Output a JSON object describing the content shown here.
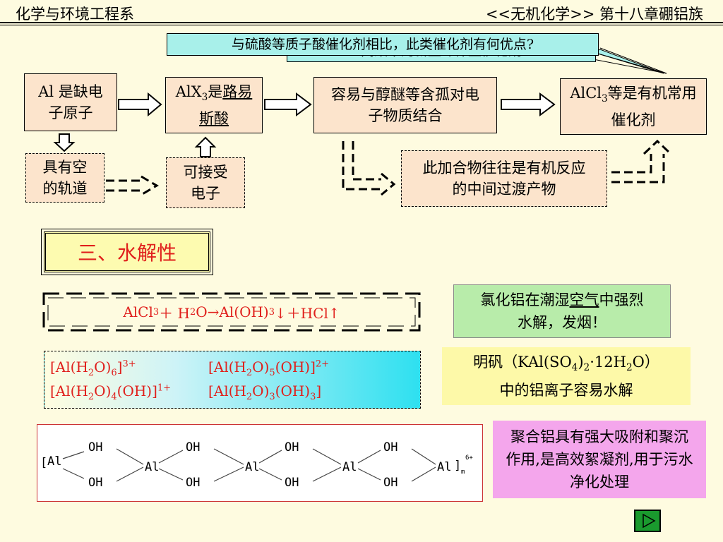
{
  "header": {
    "left": "化学与环境工程系",
    "right": "<<无机化学>>  第十八章硼铝族"
  },
  "callouts": {
    "back": "高效率的新型环保型催化剂",
    "front": "与硫酸等质子酸催化剂相比，此类催化剂有何优点?"
  },
  "flow": {
    "al_box": "Al 是缺电子原子",
    "alx3": {
      "prefix": "AlX",
      "sub": "3",
      "mid": "是",
      "underlined": "路易斯酸"
    },
    "ether_box": "容易与醇醚等含孤对电子物质结合",
    "alcl3_box": {
      "prefix": "AlCl",
      "sub": "3",
      "suffix": "等是有机常用催化剂"
    },
    "empty_orbital": "具有空的轨道",
    "accept_e": "可接受电子",
    "intermediate": "此加合物往往是有机反应的中间过渡产物"
  },
  "section": {
    "title": "三、水解性"
  },
  "equation": {
    "parts": [
      "AlCl",
      "3",
      " ＋ H",
      "2",
      "O→Al(OH)",
      "3",
      "↓＋HCl↑"
    ]
  },
  "green_note": {
    "prefix": "氯化铝在潮湿",
    "underlined": "空气",
    "suffix": "中强烈水解，发烟！"
  },
  "alum_note": {
    "line1": [
      "明矾（KAl(SO",
      "4",
      ")",
      "2",
      "·12H",
      "2",
      "O）"
    ],
    "line2": "中的铝离子容易水解"
  },
  "ions": {
    "a": [
      "[Al(H",
      "2",
      "O)",
      "6",
      "]",
      "3+"
    ],
    "b": [
      "[Al(H",
      "2",
      "O)",
      "5",
      "(OH)]",
      "2+"
    ],
    "c": [
      "[Al(H",
      "2",
      "O)",
      "4",
      "(OH)]",
      "1+"
    ],
    "d": [
      "[Al(H",
      "2",
      "O)",
      "3",
      "(OH)",
      "3",
      "]"
    ]
  },
  "structure": {
    "bracket_open": "[",
    "al": "Al",
    "oh": "OH",
    "bracket_close": "]",
    "sub": "m",
    "sup": "6+"
  },
  "pink_note": "聚合铝具有强大吸附和聚沉作用,是高效絮凝剂,用于污水净化处理",
  "colors": {
    "background": "#fefbe0",
    "box": "#fce4cc",
    "callout": "#a8f0ea",
    "accent_red": "#e0201c",
    "green_note": "#b8ecaa",
    "yellow_note": "#fdf9a8",
    "pink_note": "#f4a6ec",
    "next_button": "#1a9a2e"
  },
  "icons": {
    "next": "play-triangle-icon"
  }
}
